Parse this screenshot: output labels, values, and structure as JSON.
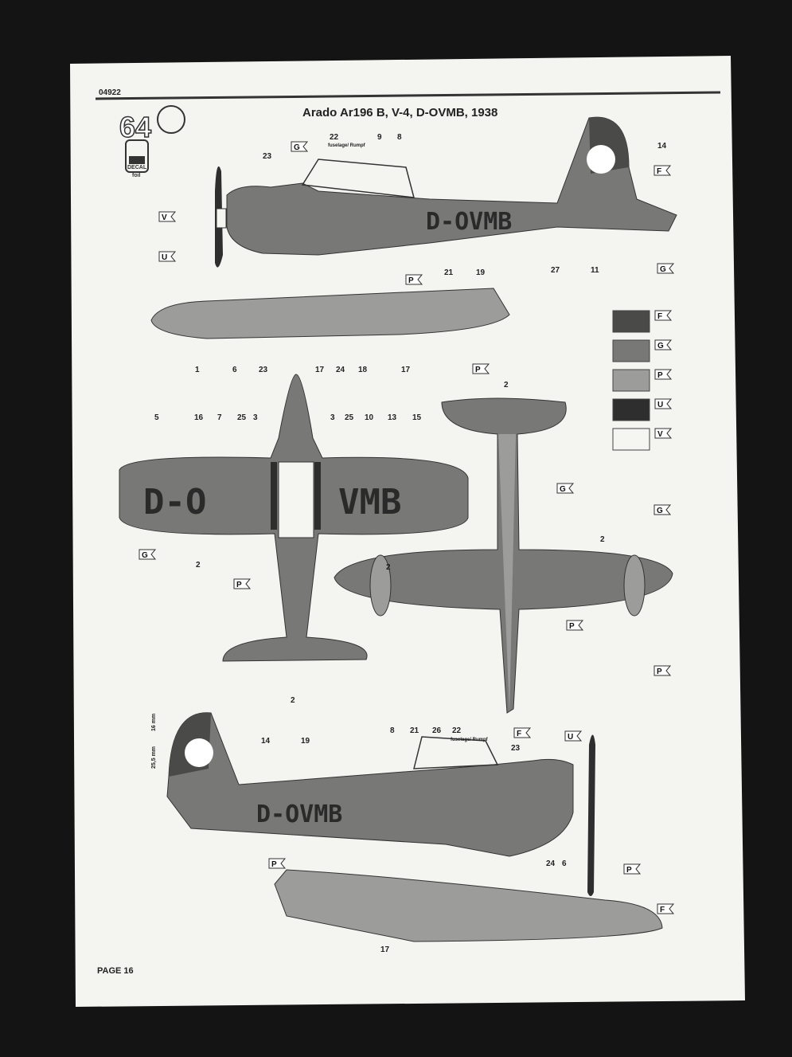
{
  "page": {
    "kit_number": "04922",
    "step_number": "64",
    "title": "Arado Ar196 B, V-4, D-OVMB, 1938",
    "decal_label": "DECAL",
    "decal_sub": "foil",
    "page_label": "PAGE 16"
  },
  "registration": {
    "full": "D-OVMB",
    "wing_left": "D-O",
    "wing_right": "VMB"
  },
  "legend": [
    {
      "code": "F",
      "color": "#4a4a48"
    },
    {
      "code": "G",
      "color": "#787876"
    },
    {
      "code": "P",
      "color": "#9c9c9a"
    },
    {
      "code": "U",
      "color": "#2e2e2e"
    },
    {
      "code": "V",
      "color": "#f5f5f2"
    }
  ],
  "callouts": {
    "top_side": [
      "23",
      "22",
      "9",
      "8",
      "14",
      "21",
      "19",
      "27",
      "11",
      "1",
      "6",
      "23",
      "17",
      "24",
      "18",
      "17"
    ],
    "top_note": "fuselage/ Rumpf",
    "middle": [
      "5",
      "16",
      "7",
      "25",
      "3",
      "3",
      "25",
      "10",
      "13",
      "15",
      "2",
      "2",
      "2",
      "2",
      "2"
    ],
    "bottom_side": [
      "14",
      "19",
      "8",
      "21",
      "26",
      "22",
      "23",
      "24",
      "6",
      "17"
    ],
    "bottom_note": "fuselage/ Rumpf",
    "dimension_1": "25,5 mm",
    "dimension_2": "16 mm"
  },
  "flags": {
    "top_side": [
      "G",
      "F",
      "V",
      "U",
      "G",
      "P",
      "P"
    ],
    "middle": [
      "G",
      "P",
      "G",
      "G",
      "P",
      "P",
      "F"
    ],
    "bottom_side": [
      "U",
      "P",
      "P",
      "F"
    ]
  }
}
